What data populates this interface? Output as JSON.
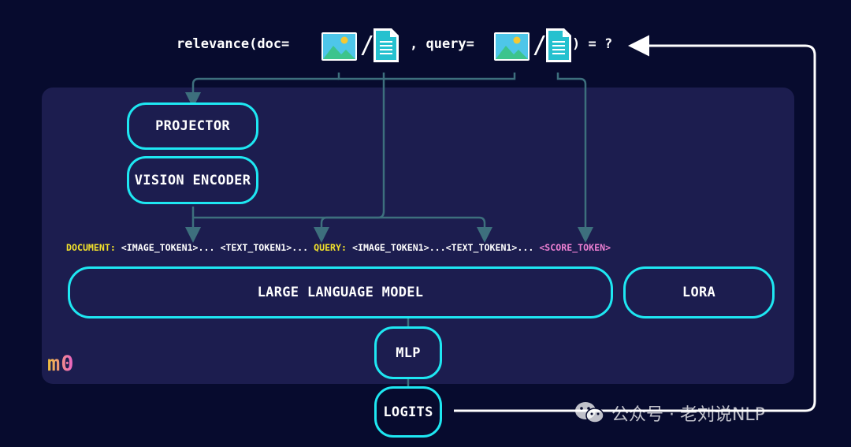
{
  "formula": {
    "prefix": "relevance(doc=",
    "separator1": "/",
    "middle": ", query=",
    "separator2": "/",
    "suffix": ") = ?"
  },
  "blocks": {
    "projector": "PROJECTOR",
    "vision_encoder": "VISION ENCODER",
    "llm": "LARGE LANGUAGE MODEL",
    "lora": "LORA",
    "mlp": "MLP",
    "logits": "LOGITS"
  },
  "tokens": {
    "document_label": "DOCUMENT:",
    "document_tokens": " <IMAGE_TOKEN1>... <TEXT_TOKEN1>... ",
    "query_label": "QUERY:",
    "query_tokens": " <IMAGE_TOKEN1>...<TEXT_TOKEN1>... ",
    "score_token": "<SCORE_TOKEN>"
  },
  "logo": "m0",
  "watermark": "公众号 · 老刘说NLP",
  "colors": {
    "background": "#070b2e",
    "panel": "#1c1d4f",
    "accent": "#1ee7f2",
    "arrow": "#3d6f7d",
    "label_yellow": "#f2e12b",
    "label_pink": "#ec7fd2"
  },
  "icons": [
    "image-icon",
    "document-icon",
    "image-icon",
    "document-icon",
    "wechat-icon"
  ]
}
